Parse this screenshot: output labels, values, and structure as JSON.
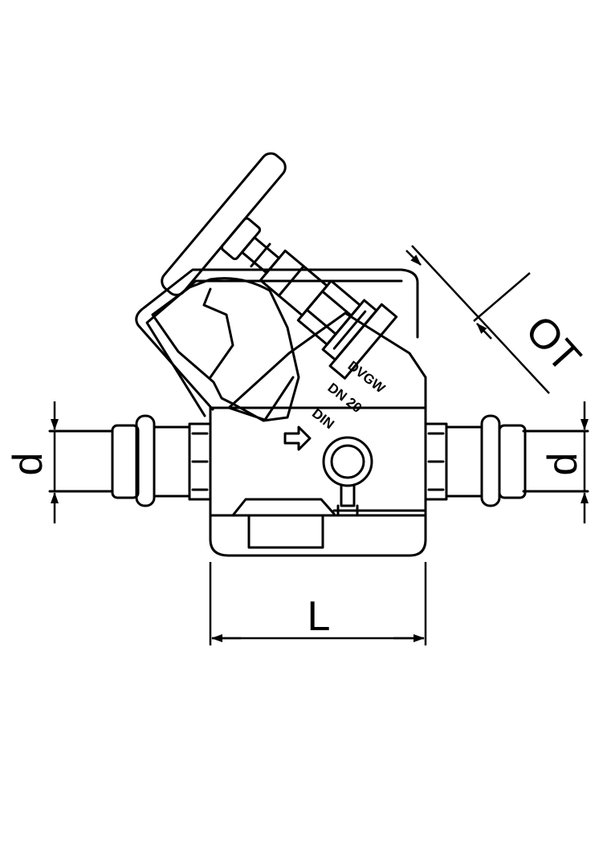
{
  "diagram": {
    "dimension_labels": {
      "left_pipe": "d",
      "right_pipe": "d",
      "length": "L",
      "handwheel": "OT"
    },
    "body_markings": {
      "line1": "DVGW",
      "line2": "DN 20",
      "line3": "DIN"
    },
    "colors": {
      "stroke": "#000000",
      "background": "#ffffff"
    }
  }
}
